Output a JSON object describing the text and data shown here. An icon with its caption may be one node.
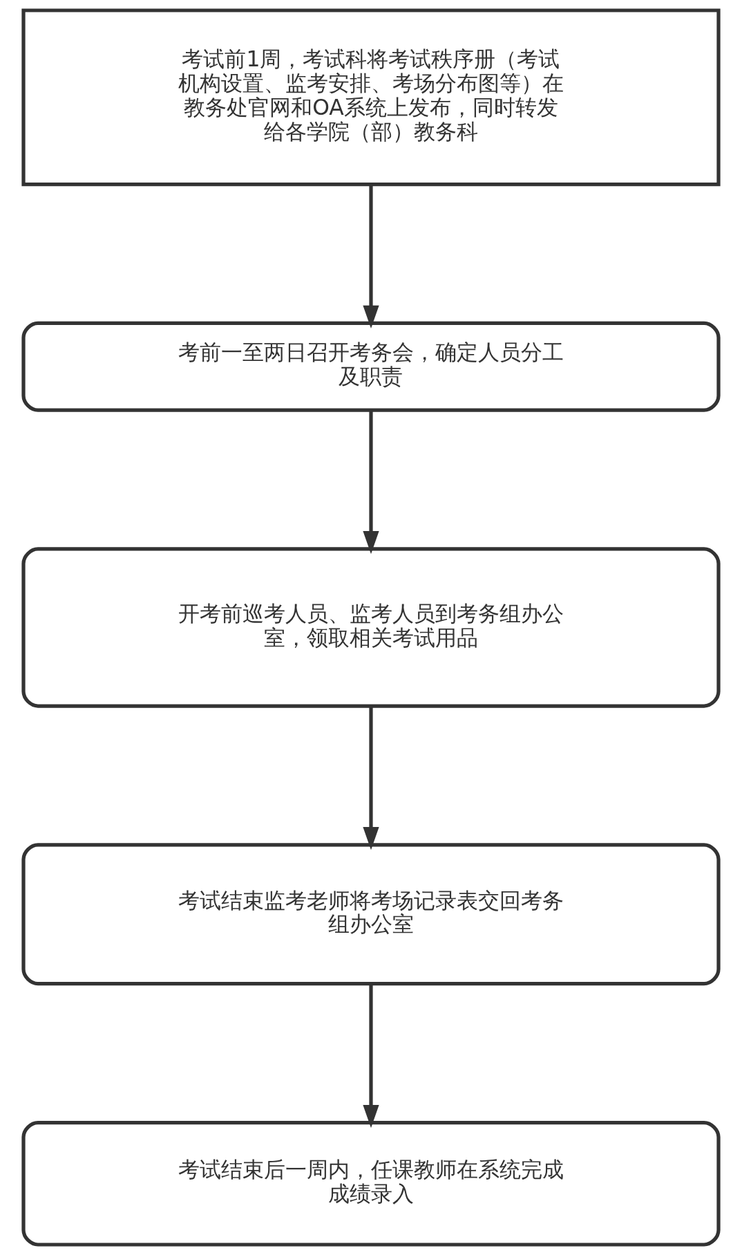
{
  "diagram": {
    "nodes": [
      {
        "text": [
          "考试前1周，考试科将考试秩序册（考试机构设置、监考安排、考场分布图等）在教务处官网和OA系统上发布，同时转发给各学院（部）教务科"
        ]
      },
      {
        "text": [
          "考前一至两日召开考务会，确定人员分工及职责"
        ]
      },
      {
        "text": [
          "开考前巡考人员、监考人员到考务组办公室，领取相关考试用品"
        ]
      },
      {
        "text": [
          "考试结束监考老师将考场记录表交回考务组办公室"
        ]
      },
      {
        "text": [
          "考试结束后一周内，任课教师在系统完成成绩录入"
        ]
      }
    ],
    "edges": [
      {
        "from": 0,
        "to": 1,
        "arrow": "to"
      },
      {
        "from": 1,
        "to": 2,
        "arrow": "to"
      },
      {
        "from": 2,
        "to": 3,
        "arrow": "to"
      },
      {
        "from": 3,
        "to": 4,
        "arrow": "to"
      }
    ]
  }
}
